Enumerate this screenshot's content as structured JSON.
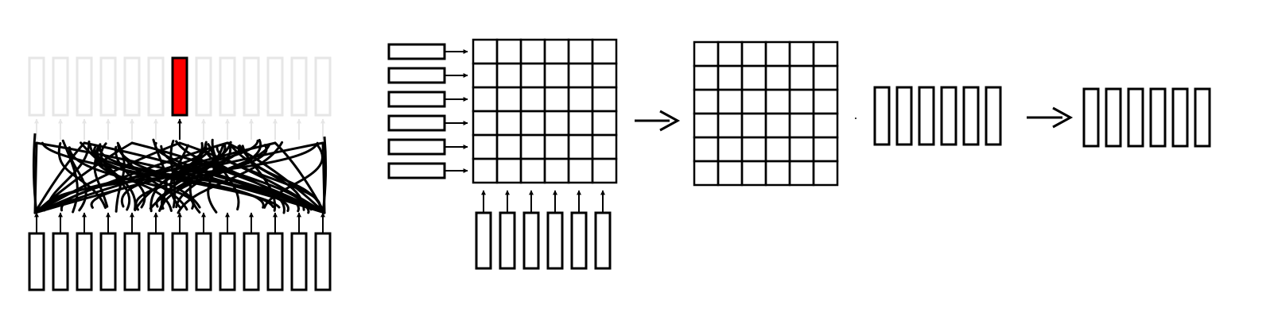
{
  "diagram": {
    "colors": {
      "stroke": "#000000",
      "faded": "#e6e6e6",
      "highlight": "#ff0000",
      "background": "#ffffff"
    },
    "panels": [
      {
        "id": "dense-connection-panel",
        "input_vectors": 13,
        "output_vectors": 13,
        "highlighted_output_index": 6
      },
      {
        "id": "pairwise-matrix-panel",
        "row_vectors": 6,
        "column_vectors": 6,
        "matrix_rows": 6,
        "matrix_cols": 6
      },
      {
        "id": "transformed-matrix-panel",
        "matrix_rows": 6,
        "matrix_cols": 6
      },
      {
        "id": "vector-sequence-panel",
        "left_vectors": 6,
        "right_vectors": 6
      }
    ],
    "icons": {
      "transition": "right-arrow-icon"
    }
  }
}
